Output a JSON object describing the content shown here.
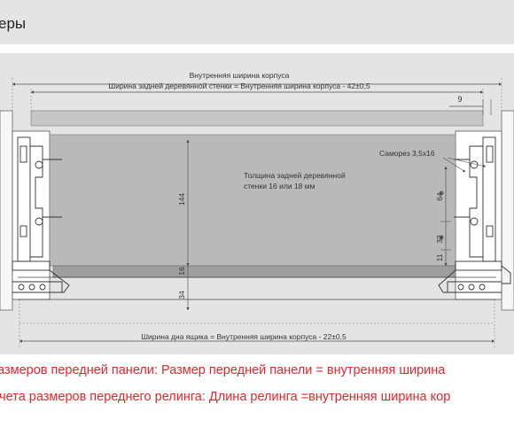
{
  "header": {
    "title": "еры"
  },
  "diagram": {
    "labels": {
      "cabinet_width": "Внутренняя ширина корпуса",
      "back_panel_width": "Ширина задней деревянной стенки = Внутренняя ширина корпуса  - 42±0,5",
      "dim_9": "9",
      "screw": "Саморез 3,5х16",
      "thickness_line1": "Толщина задней деревянной",
      "thickness_line2": "стенки 16 или 18 мм",
      "dim_144": "144",
      "dim_16": "16",
      "dim_34": "34",
      "dim_64": "64",
      "dim_32": "32",
      "dim_11": "11",
      "bottom_width": "Ширина дна ящика = Внутренняя ширина корпуса - 22±0,5"
    }
  },
  "notes": {
    "line1": " размеров передней панели: Размер передней панели = внутренняя ширина",
    "line2": "счета размеров переднего релинга: Длина релинга =внутренняя ширина кор"
  },
  "colors": {
    "note_red": "#e3262b",
    "panel_gray": "#b9b9b9",
    "band_gray": "#e4e4e4"
  }
}
